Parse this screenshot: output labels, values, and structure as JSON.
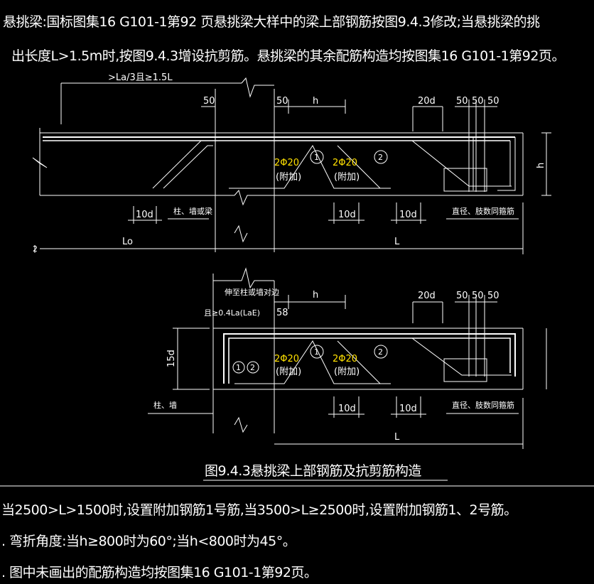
{
  "header": {
    "line1": "悬挑梁:国标图集16 G101-1第92 页悬挑梁大样中的梁上部钢筋按图9.4.3修改;当悬挑梁的挑",
    "line2": "出长度L>1.5m时,按图9.4.3增设抗剪筋。悬挑梁的其余配筋构造均按图集16 G101-1第92页。"
  },
  "diagram_top": {
    "anchor_label": ">La/3且≥1.5L",
    "dim_50_a": "50",
    "dim_50_b": "50",
    "dim_h": "h",
    "dim_20d": "20d",
    "dim_50_c": "50",
    "dim_50_d": "50",
    "dim_50_e": "50",
    "bar_1_label": "2Φ20",
    "bar_1_note": "(附加)",
    "bar_2_label": "2Φ20",
    "bar_2_note": "(附加)",
    "circle_1": "1",
    "circle_2": "2",
    "dim_10d_a": "10d",
    "dim_10d_b": "10d",
    "dim_10d_c": "10d",
    "support_label": "柱、墙或梁",
    "stirrup_label": "直径、肢数同箍筋",
    "dim_Lo": "Lo",
    "dim_L": "L",
    "side_h": "h",
    "marker_2": "2"
  },
  "diagram_bottom": {
    "anchor_label": "伸至柱或墙对边",
    "anchor_label2": "且≥0.4La(LaE)",
    "dim_50": "58",
    "dim_h": "h",
    "dim_20d": "20d",
    "dim_50_a": "50",
    "dim_50_b": "50",
    "dim_50_c": "50",
    "dim_15d": "15d",
    "circle_12_a": "1",
    "circle_12_b": "2",
    "bar_1_label": "2Φ20",
    "bar_1_note": "(附加)",
    "bar_2_label": "2Φ20",
    "bar_2_note": "(附加)",
    "circle_1": "1",
    "circle_2": "2",
    "dim_10d_a": "10d",
    "dim_10d_b": "10d",
    "support_label": "柱、墙",
    "stirrup_label": "直径、肢数同箍筋",
    "dim_L": "L"
  },
  "caption": "图9.4.3悬挑梁上部钢筋及抗剪筋构造",
  "notes": {
    "n1": "当2500>L>1500时,设置附加钢筋1号筋,当3500>L≥2500时,设置附加钢筋1、2号筋。",
    "n2": ". 弯折角度:当h≥800时为60°;当h<800时为45°。",
    "n3": ". 图中未画出的配筋构造均按图集16 G101-1第92页。"
  }
}
